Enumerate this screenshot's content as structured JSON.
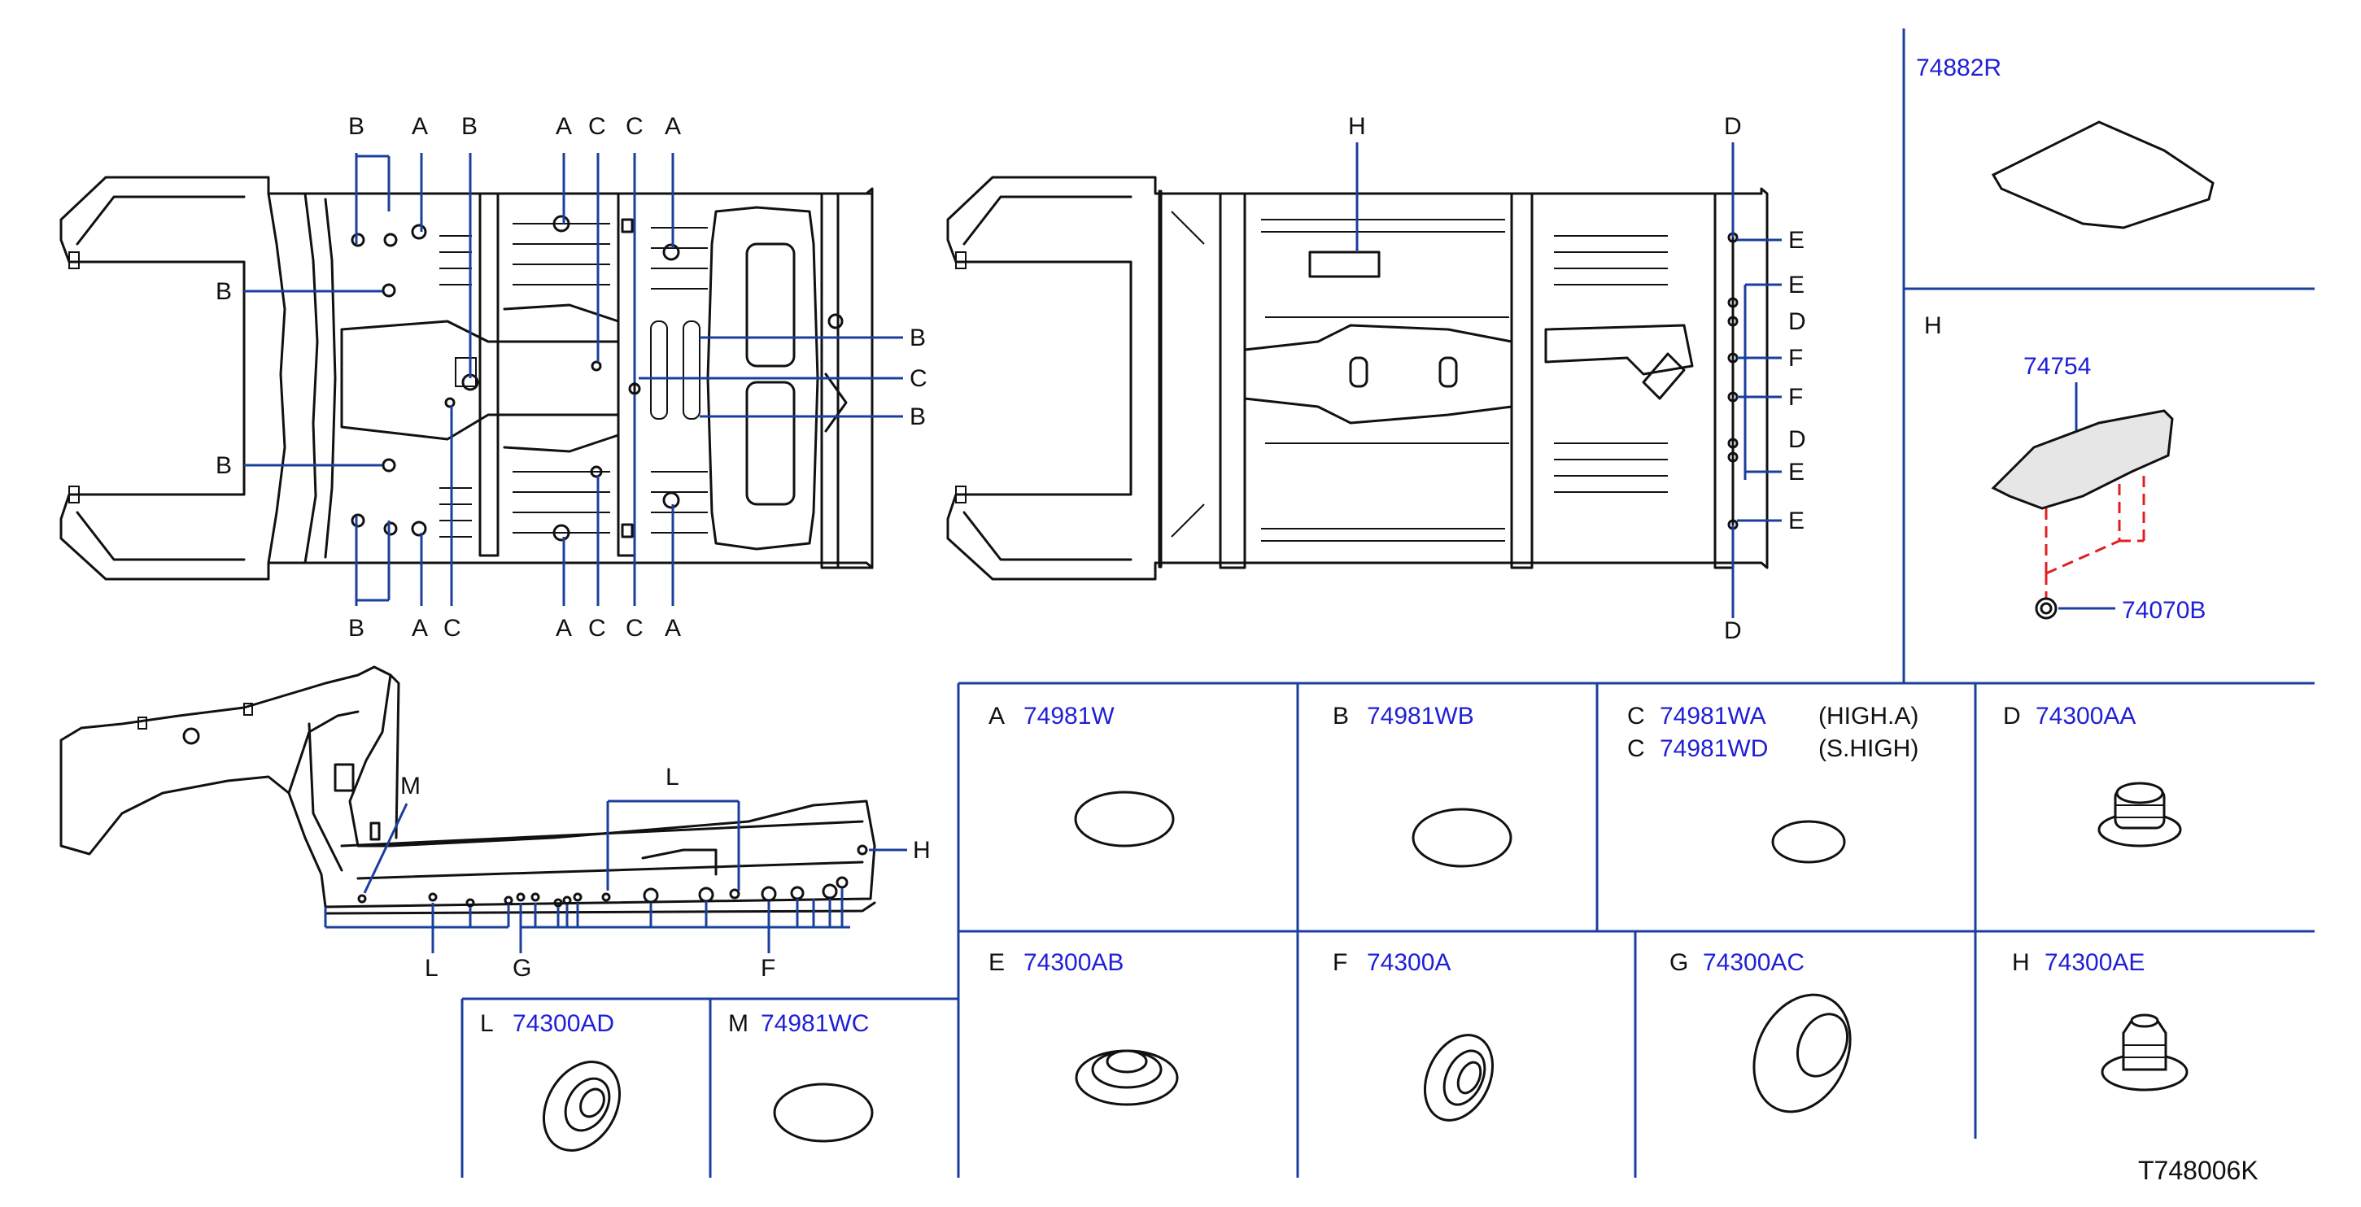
{
  "diagram_ref": "T748006K",
  "top_view_1_callouts": {
    "top": [
      "B",
      "A",
      "B",
      "A",
      "C",
      "C",
      "A"
    ],
    "bottom": [
      "B",
      "A",
      "C",
      "A",
      "C",
      "C",
      "A"
    ],
    "left": [
      "B",
      "B"
    ],
    "right": [
      "B",
      "C",
      "B"
    ]
  },
  "top_view_2_callouts": {
    "top": [
      "H",
      "D"
    ],
    "bottom": [
      "D"
    ],
    "right": [
      "E",
      "E",
      "D",
      "F",
      "F",
      "D",
      "E",
      "E"
    ]
  },
  "side_view_callouts": {
    "m": "M",
    "l_top": "L",
    "h": "H",
    "l_bottom": "L",
    "g": "G",
    "f": "F"
  },
  "kits": [
    {
      "part": "74882R"
    },
    {
      "letter": "H",
      "part": "74754",
      "sub_part": "74070B"
    }
  ],
  "parts": [
    {
      "letter": "A",
      "number": "74981W"
    },
    {
      "letter": "B",
      "number": "74981WB"
    },
    {
      "letter": "C",
      "number": "74981WA",
      "note": "(HIGH.A)",
      "letter2": "C",
      "number2": "74981WD",
      "note2": "(S.HIGH)"
    },
    {
      "letter": "D",
      "number": "74300AA"
    },
    {
      "letter": "E",
      "number": "74300AB"
    },
    {
      "letter": "F",
      "number": "74300A"
    },
    {
      "letter": "G",
      "number": "74300AC"
    },
    {
      "letter": "H",
      "number": "74300AE"
    },
    {
      "letter": "L",
      "number": "74300AD"
    },
    {
      "letter": "M",
      "number": "74981WC"
    }
  ],
  "colors": {
    "part_number": "#1f1fd6",
    "leader": "#1a3f9c",
    "line": "#111111",
    "kit_dash": "#e02020"
  }
}
